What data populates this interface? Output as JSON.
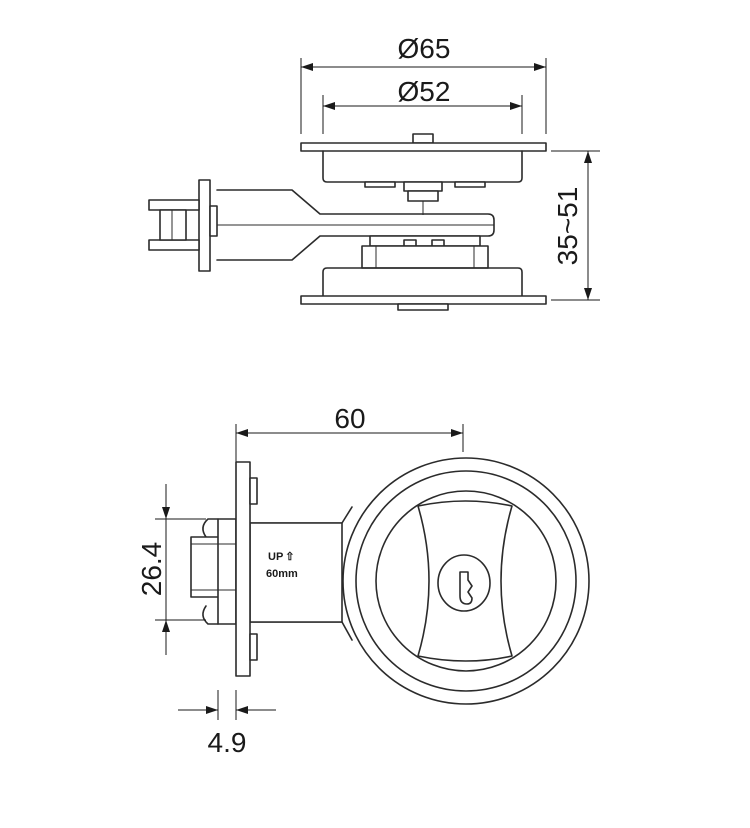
{
  "dimensions": {
    "outer_diameter": "Ø65",
    "inner_diameter": "Ø52",
    "thickness_range": "35~51",
    "backset": "60",
    "bolt_height": "26.4",
    "plate_thickness": "4.9"
  },
  "label": {
    "up": "UP",
    "up_arrow": "⇧",
    "backset_mm": "60mm"
  }
}
